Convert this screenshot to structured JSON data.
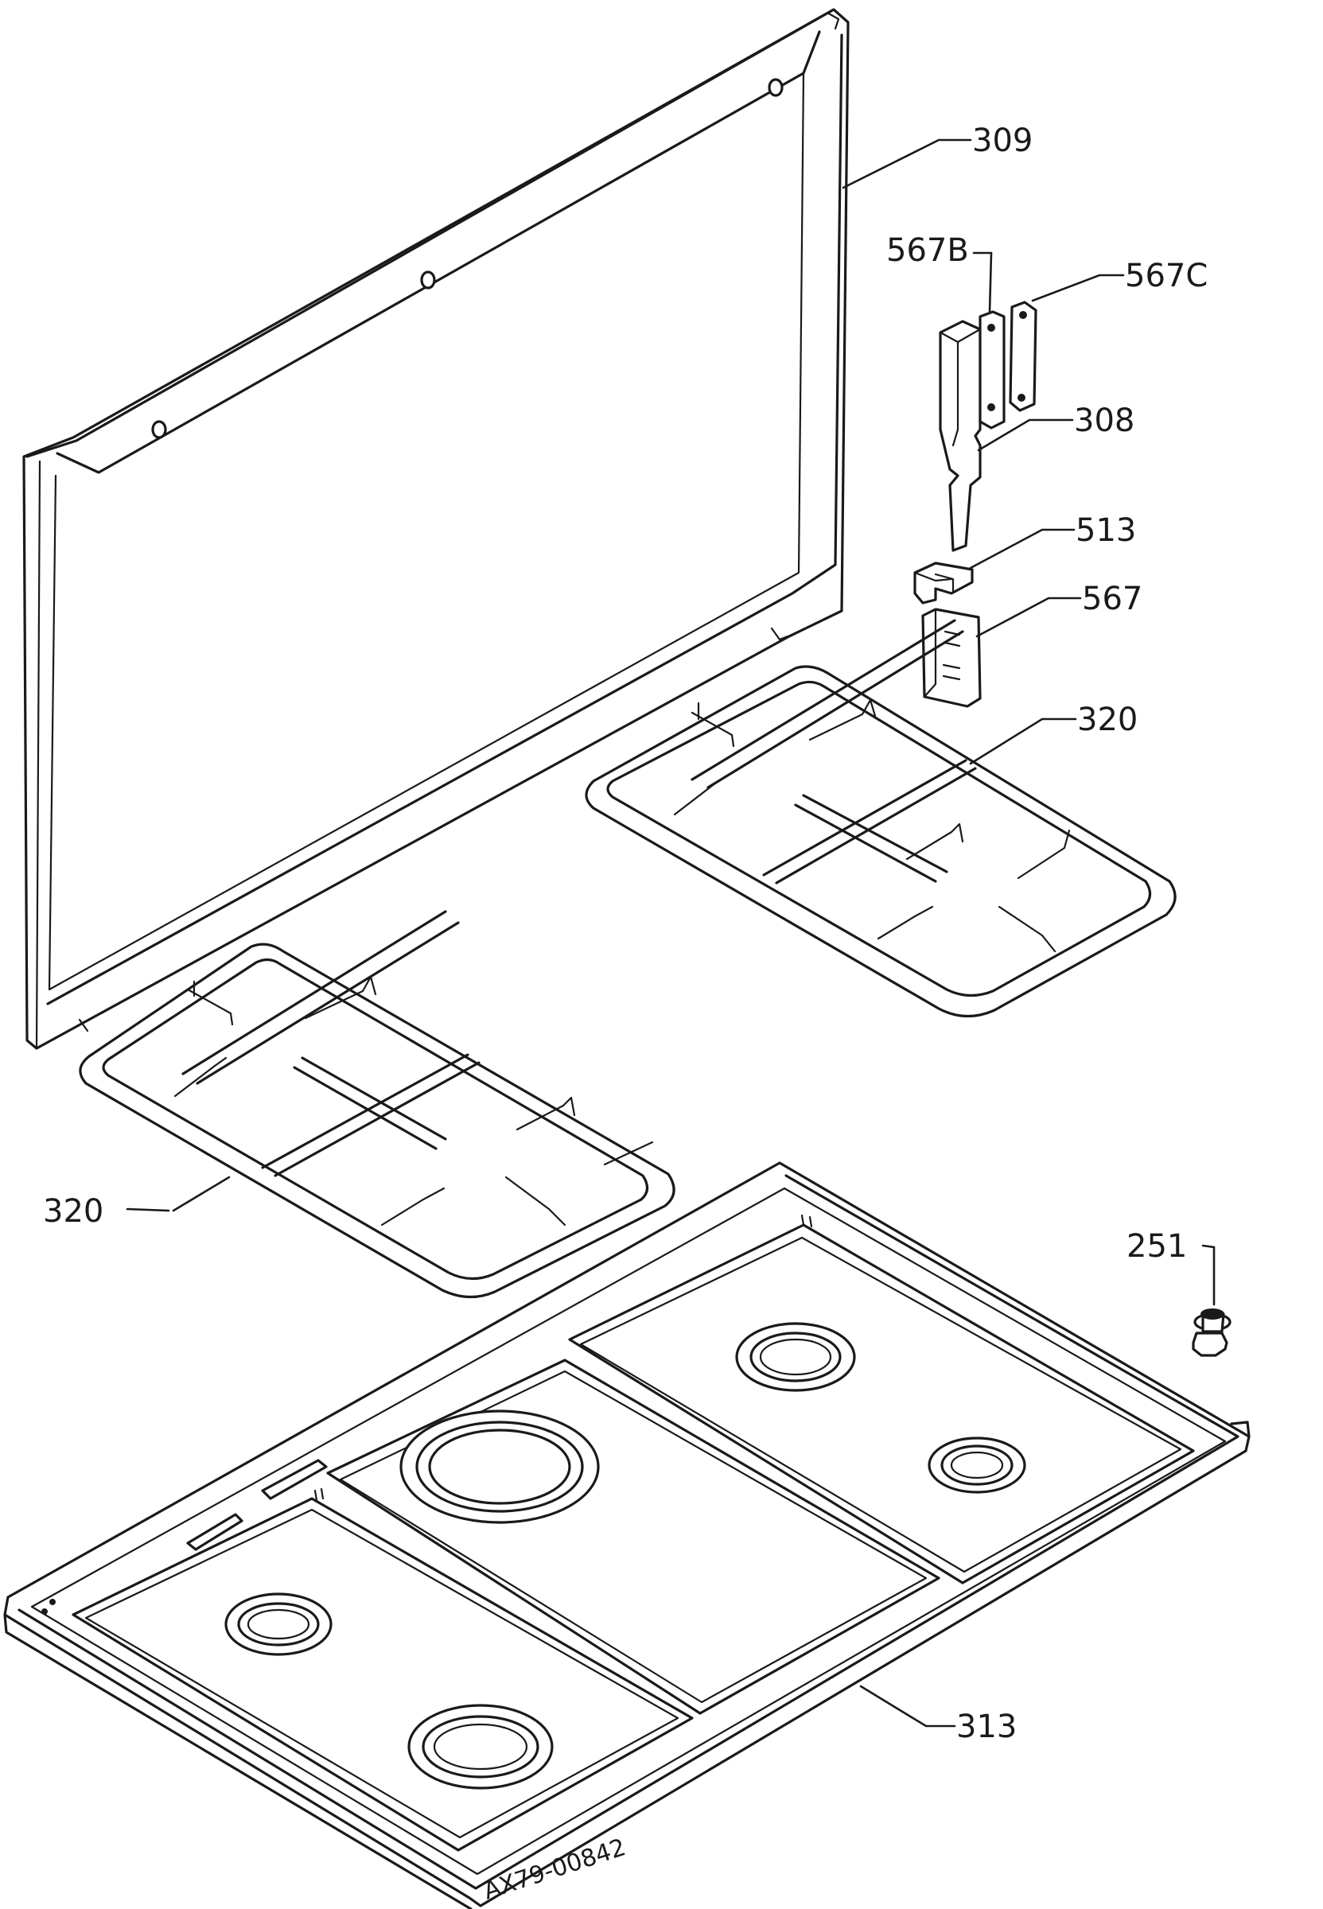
{
  "callouts": {
    "p309": "309",
    "p567b": "567B",
    "p567c": "567C",
    "p308": "308",
    "p513": "513",
    "p567": "567",
    "p320_upper": "320",
    "p320_lower": "320",
    "p251": "251",
    "p313": "313"
  },
  "document_number": "AX79-00842",
  "colors": {
    "ink": "#1a1a1a",
    "paper": "#ffffff"
  }
}
